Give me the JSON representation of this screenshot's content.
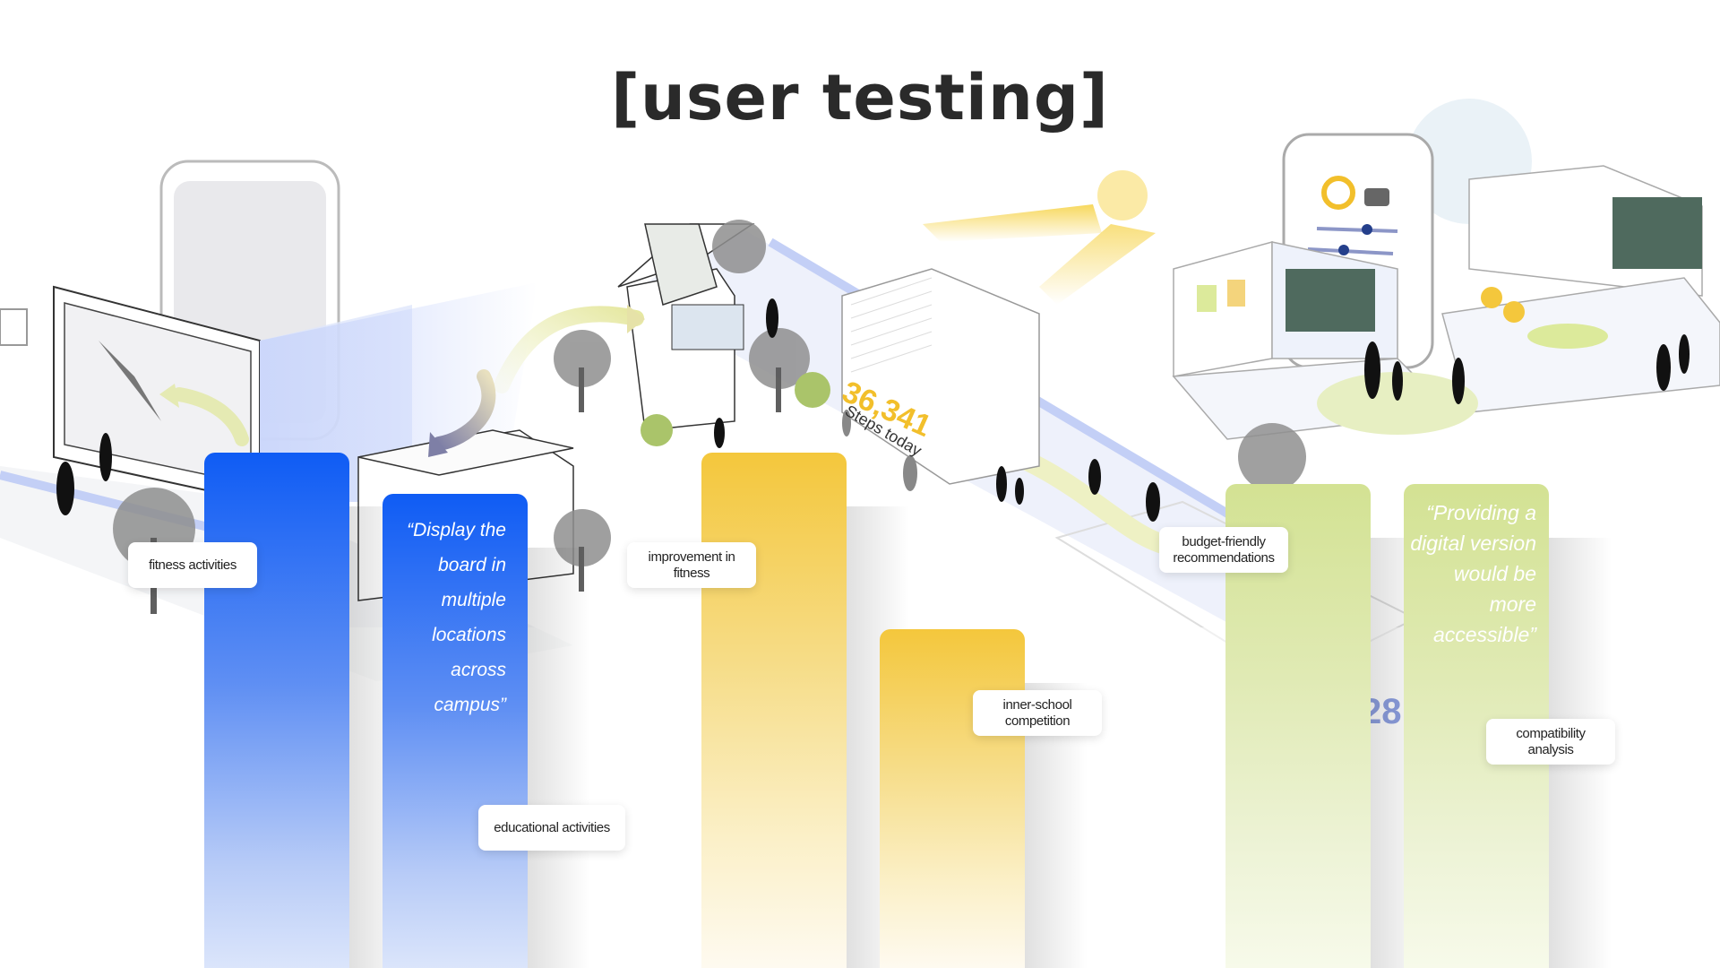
{
  "title": "[user testing]",
  "illustration": {
    "steps_count": "36,341",
    "steps_label": "Steps today",
    "partial_number": "28"
  },
  "bars": {
    "fitness": {
      "label": "fitness activities",
      "color": "#0f5cf4"
    },
    "educational": {
      "quote": "“Display the board in multiple locations across campus”",
      "label": "educational activities",
      "color": "#1f63f4"
    },
    "improvement": {
      "label": "improvement in fitness",
      "color": "#f4c73c"
    },
    "competition": {
      "label": "inner-school competition",
      "color": "#f4c73c"
    },
    "budget": {
      "label": "budget-friendly recommendations",
      "color": "#d3e293"
    },
    "compatibility": {
      "quote": "“Providing a digital version would be more accessible”",
      "label": "compatibility analysis",
      "color": "#d3e293"
    }
  }
}
